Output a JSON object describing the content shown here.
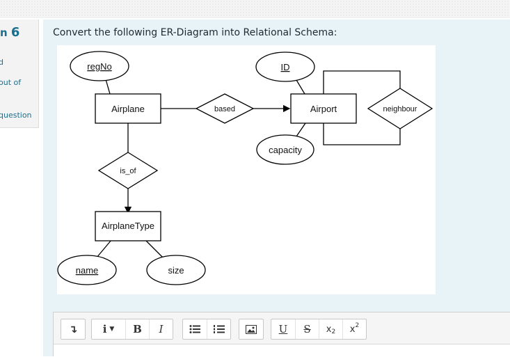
{
  "question": {
    "number_prefix": "n ",
    "number": "6",
    "info_lines": [
      "d",
      "out of",
      "question"
    ]
  },
  "prompt": "Convert the following ER-Diagram into Relational Schema:",
  "diagram": {
    "entities": [
      "Airplane",
      "Airport",
      "AirplaneType"
    ],
    "relationships": [
      "based",
      "neighbour",
      "is_of"
    ],
    "attributes": {
      "airplane": [
        "regNo"
      ],
      "airport": [
        "ID",
        "capacity"
      ],
      "airplanetype": [
        "name",
        "size"
      ]
    },
    "key_attributes": [
      "regNo",
      "ID",
      "name"
    ]
  },
  "toolbar": {
    "icons": [
      "paragraph-format-icon",
      "insert-dropdown-icon",
      "bold-icon",
      "italic-icon",
      "bullet-list-icon",
      "numbered-list-icon",
      "insert-image-icon",
      "underline-icon",
      "strikethrough-icon",
      "subscript-icon",
      "superscript-icon"
    ]
  },
  "colors": {
    "accent": "#1a6e8e",
    "panel": "#e8f3f8"
  }
}
